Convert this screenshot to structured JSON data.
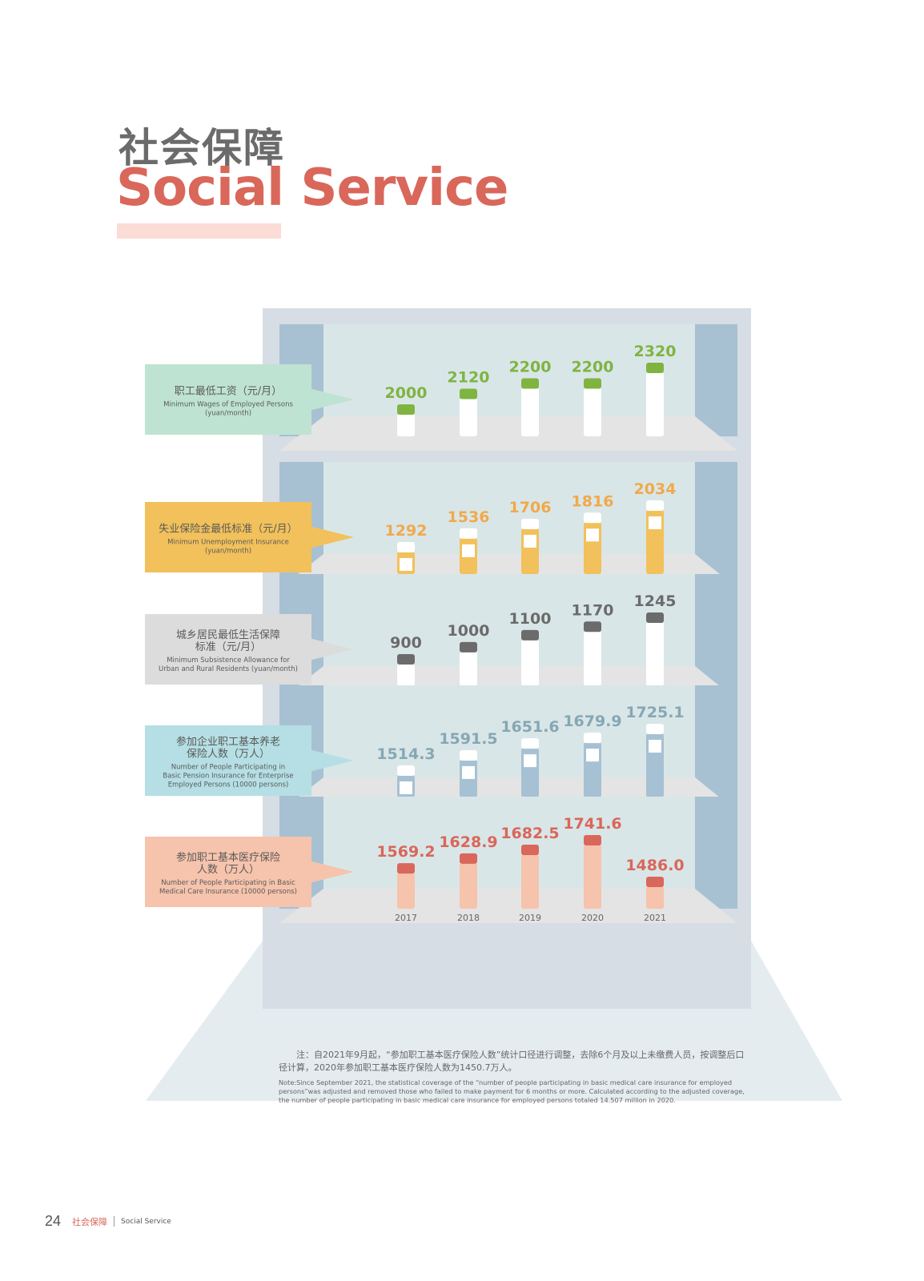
{
  "header": {
    "title_cn": "社会保障",
    "title_en": "Social Service"
  },
  "chart_data": {
    "type": "bar",
    "categories": [
      "2017",
      "2018",
      "2019",
      "2020",
      "2021"
    ],
    "series": [
      {
        "name": "职工最低工资（元/月）",
        "name_en": "Minimum Wages of Employed Persons (yuan/month)",
        "values": [
          2000,
          2120,
          2200,
          2200,
          2320
        ],
        "labels": [
          "2000",
          "2120",
          "2200",
          "2200",
          "2320"
        ],
        "color": "#7fb441",
        "panel_color": "#bfe3d2",
        "body_color": "#ffffff",
        "has_sticker": false
      },
      {
        "name": "失业保险金最低标准（元/月）",
        "name_en": "Minimum Unemployment Insurance (yuan/month)",
        "values": [
          1292,
          1536,
          1706,
          1816,
          2034
        ],
        "labels": [
          "1292",
          "1536",
          "1706",
          "1816",
          "2034"
        ],
        "color": "#f1a94b",
        "panel_color": "#f2c15b",
        "body_color": "#f2c15b",
        "has_sticker": true
      },
      {
        "name": "城乡居民最低生活保障标准（元/月）",
        "name_en": "Minimum Subsistence Allowance for Urban and Rural Residents (yuan/month)",
        "values": [
          900,
          1000,
          1100,
          1170,
          1245
        ],
        "labels": [
          "900",
          "1000",
          "1100",
          "1170",
          "1245"
        ],
        "color": "#6b6b6b",
        "panel_color": "#dcdcdc",
        "body_color": "#ffffff",
        "has_sticker": false
      },
      {
        "name": "参加企业职工基本养老保险人数（万人）",
        "name_en": "Number of People Participating in Basic Pension Insurance for Enterprise Employed Persons (10000 persons)",
        "values": [
          1514.3,
          1591.5,
          1651.6,
          1679.9,
          1725.1
        ],
        "labels": [
          "1514.3",
          "1591.5",
          "1651.6",
          "1679.9",
          "1725.1"
        ],
        "color": "#86a7b4",
        "panel_color": "#b5dfe4",
        "body_color": "#a6c1d3",
        "has_sticker": true
      },
      {
        "name": "参加职工基本医疗保险人数（万人）",
        "name_en": "Number of People Participating in Basic Medical Care Insurance (10000 persons)",
        "values": [
          1569.2,
          1628.9,
          1682.5,
          1741.6,
          1486.0
        ],
        "labels": [
          "1569.2",
          "1628.9",
          "1682.5",
          "1741.6",
          "1486.0"
        ],
        "color": "#d9675a",
        "panel_color": "#f6c3ac",
        "body_color": "#f6c3ac",
        "has_sticker": false
      }
    ],
    "row_labels": [
      {
        "cn": [
          "职工最低工资（元/月）"
        ],
        "en": [
          "Minimum Wages of Employed Persons",
          "(yuan/month)"
        ]
      },
      {
        "cn": [
          "失业保险金最低标准（元/月）"
        ],
        "en": [
          "Minimum Unemployment Insurance",
          "(yuan/month)"
        ]
      },
      {
        "cn": [
          "城乡居民最低生活保障",
          "标准（元/月）"
        ],
        "en": [
          "Minimum Subsistence Allowance for",
          "Urban and Rural Residents (yuan/month)"
        ]
      },
      {
        "cn": [
          "参加企业职工基本养老",
          "保险人数（万人）"
        ],
        "en": [
          "Number of People Participating in",
          "Basic Pension Insurance for Enterprise",
          "Employed Persons (10000 persons)"
        ]
      },
      {
        "cn": [
          "参加职工基本医疗保险",
          "人数（万人）"
        ],
        "en": [
          "Number of People Participating  in Basic",
          "Medical Care Insurance (10000 persons)"
        ]
      }
    ]
  },
  "note": {
    "cn": "注：自2021年9月起，“参加职工基本医疗保险人数”统计口径进行调整，去除6个月及以上未缴费人员，按调整后口径计算，2020年参加职工基本医疗保险人数为1450.7万人。",
    "en": "Note:Since September 2021, the statistical coverage of the “number of people participating in basic medical care insurance for employed persons”was adjusted and removed those who failed to make payment for 6 months or more. Calculated according to the adjusted coverage, the number of people participating in basic medical care insurance for employed persons totaled 14.507 million in 2020."
  },
  "footer": {
    "page_number": "24",
    "section_cn": "社会保障",
    "section_en": "Social Service"
  }
}
